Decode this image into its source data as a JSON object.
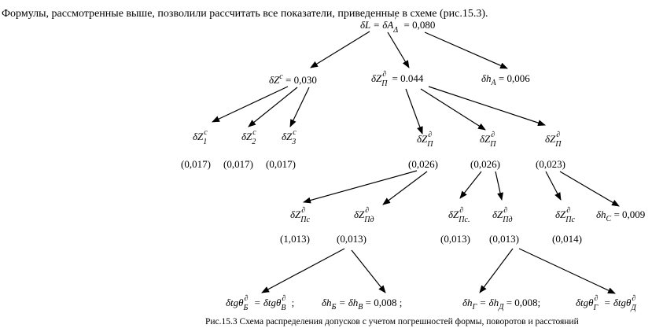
{
  "intro": "Формулы, рассмотренные выше, позволили рассчитать все показатели, приведенные в схеме (рис.15.3).",
  "caption": "Рис.15.3 Схема распределения допусков с учетом погрешностей формы, поворотов и расстояний",
  "nodes": {
    "root": {
      "main": "δL = δA",
      "sup": "'",
      "sub": "Δ",
      "rest": " = 0,080"
    },
    "zc": {
      "main": "δZ",
      "sup": "c",
      "rest": " = 0,030"
    },
    "zpi": {
      "main": "δZ",
      "sup": "∂",
      "sub": "П",
      "rest": " = 0.044"
    },
    "ha": {
      "main": "δh",
      "sub": "A",
      "rest": " = 0,006"
    },
    "zc1": {
      "main": "δZ",
      "sup": "c",
      "sub": "1"
    },
    "zc2": {
      "main": "δZ",
      "sup": "c",
      "sub": "2"
    },
    "zc3": {
      "main": "δZ",
      "sup": "c",
      "sub": "3"
    },
    "zp1": {
      "main": "δZ",
      "sup": "∂",
      "sub": "П"
    },
    "zp2": {
      "main": "δZ",
      "sup": "∂",
      "sub": "П"
    },
    "zp3": {
      "main": "δZ",
      "sup": "∂",
      "sub": "П"
    },
    "zpc_a": {
      "main": "δZ",
      "sup": "∂",
      "sub": "Пс"
    },
    "zpd_a": {
      "main": "δZ",
      "sup": "∂",
      "sub": "Пд"
    },
    "zpc_b": {
      "main": "δZ",
      "sup": "∂",
      "sub": "Пс."
    },
    "zpd_b": {
      "main": "δZ",
      "sup": "∂",
      "sub": "Пд"
    },
    "zpc_c": {
      "main": "δZ",
      "sup": "∂",
      "sub": "Пс"
    },
    "hc": {
      "main": "δh",
      "sub": "С",
      "rest": " = 0,009"
    },
    "f1": {
      "main": "δtgθ",
      "sup": "∂",
      "sub": "Б",
      "mid": " = δtgθ",
      "sup2": "∂",
      "sub2": "В",
      "rest": " ;"
    },
    "f2": {
      "main": "δh",
      "sub": "Б",
      "mid": " = δh",
      "sub2": "В",
      "rest": " = 0,008  ;"
    },
    "f3": {
      "main": "δh",
      "sub": "Г",
      "mid": " = δh",
      "sub2": "Д",
      "rest": " = 0,008;"
    },
    "f4": {
      "main": "δtgθ",
      "sup": "∂",
      "sub": "Г",
      "mid": " = δtgθ",
      "sup2": "∂",
      "sub2": "Д"
    }
  },
  "values": {
    "v_zc1": "(0,017)",
    "v_zc2": "(0,017)",
    "v_zc3": "(0,017)",
    "v_zp1": "(0,026)",
    "v_zp2": "(0,026)",
    "v_zp3": "(0,023)",
    "v_zpc_a": "(1,013)",
    "v_zpd_a": "(0,013)",
    "v_zpc_b": "(0,013)",
    "v_zpd_b": "(0,013)",
    "v_zpc_c": "(0,014)"
  }
}
